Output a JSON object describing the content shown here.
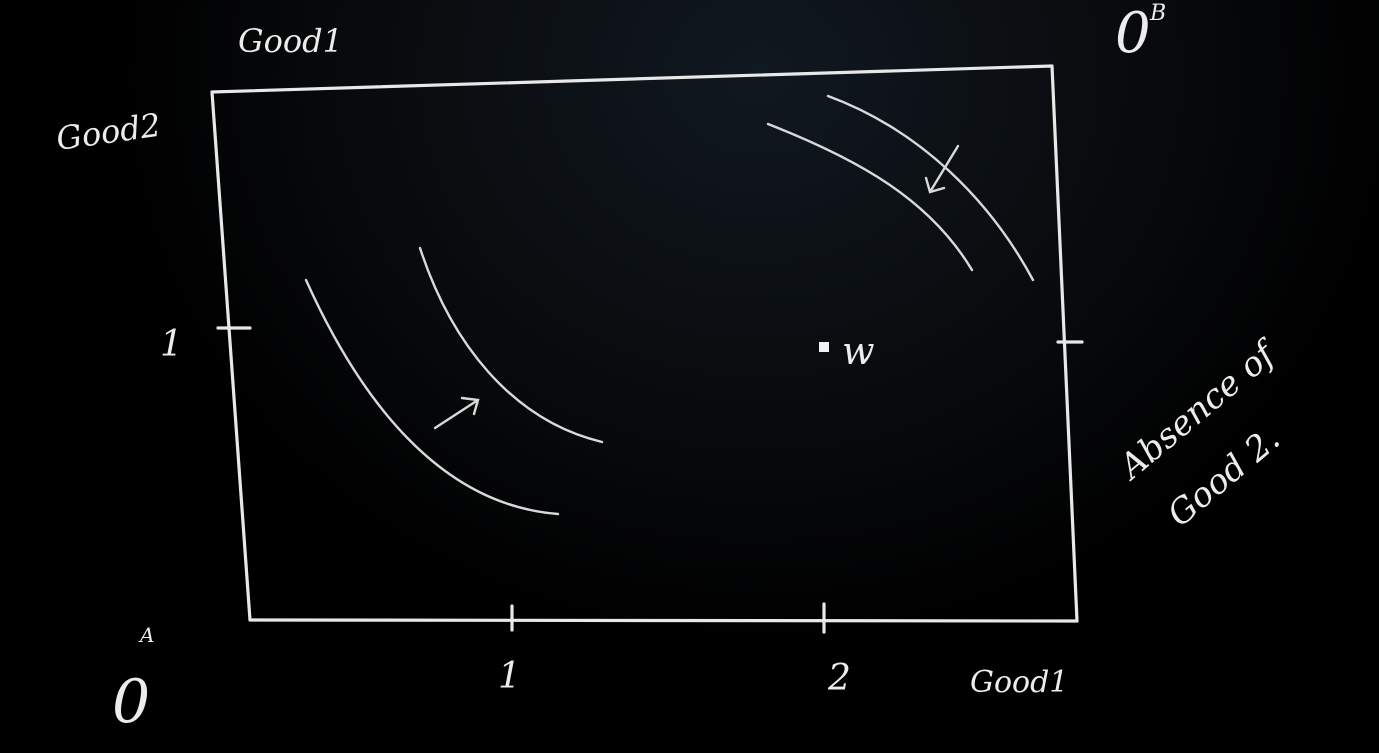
{
  "labels": {
    "top_axis": "Good1",
    "left_axis": "Good2",
    "bottom_axis": "Good1",
    "origin_a": "0",
    "origin_a_sup": "A",
    "origin_b": "0",
    "origin_b_sup": "B",
    "tick_left_1": "1",
    "tick_bottom_1": "1",
    "tick_bottom_2": "2",
    "endowment_point": "w",
    "note_line1": "Absence of",
    "note_line2": "Good 2."
  }
}
